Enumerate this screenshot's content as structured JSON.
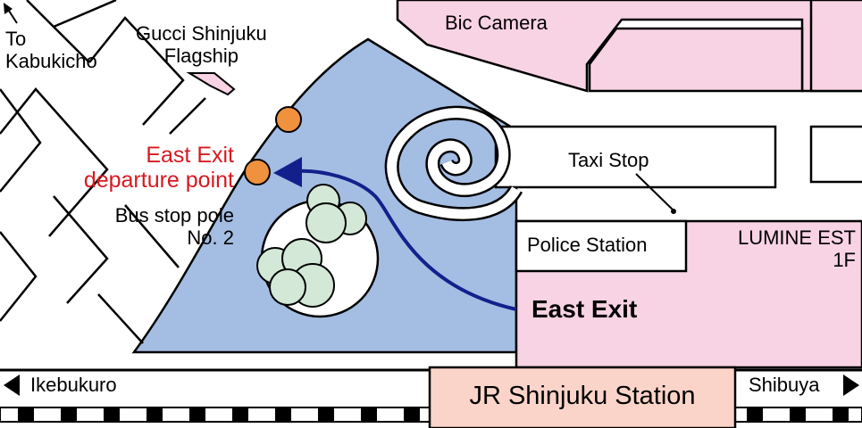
{
  "labels": {
    "to_kabukicho_line1": "To",
    "to_kabukicho_line2": "Kabukicho",
    "gucci_line1": "Gucci Shinjuku",
    "gucci_line2": "Flagship",
    "bic_camera": "Bic Camera",
    "departure_line1": "East Exit",
    "departure_line2": "departure point",
    "bus_stop_line1": "Bus stop pole",
    "bus_stop_line2": "No. 2",
    "taxi_stop": "Taxi Stop",
    "police_station": "Police Station",
    "lumine_line1": "LUMINE EST",
    "lumine_line2": "1F",
    "east_exit": "East Exit",
    "ikebukuro": "Ikebukuro",
    "shibuya": "Shibuya",
    "jr_station": "JR Shinjuku Station"
  },
  "colors": {
    "building": "#f8d3e3",
    "plaza": "#a4bde3",
    "station_box": "#fbd4c9",
    "route_arrow": "#13208c",
    "departure_text": "#d71920",
    "bus_stop_dot": "#f0913e",
    "tree": "#d3e8d6"
  },
  "icons": {
    "left_arrow": "left-triangle-icon",
    "right_arrow": "right-triangle-icon",
    "kabukicho_arrow": "diagonal-arrow-icon"
  }
}
